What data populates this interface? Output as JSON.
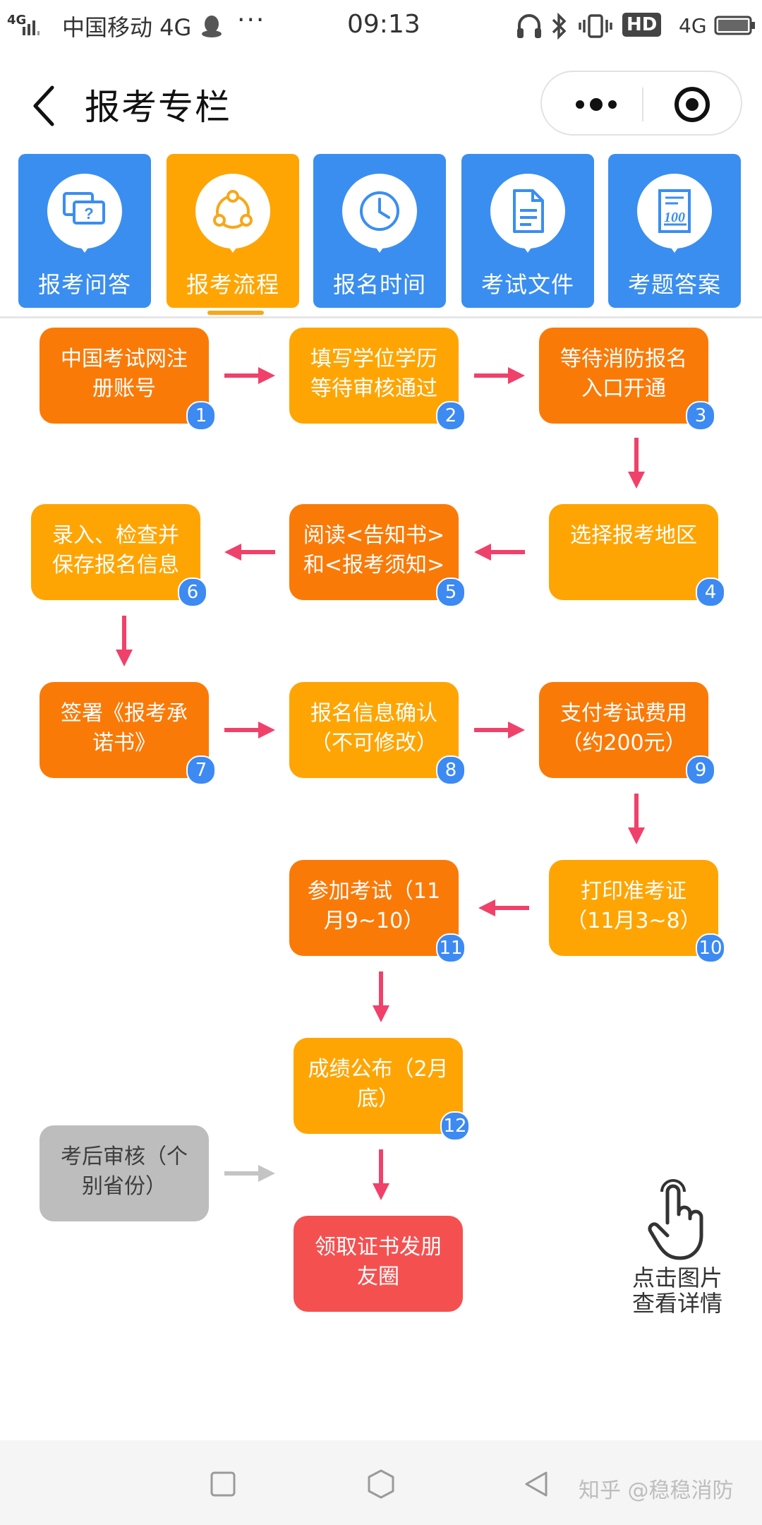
{
  "status_bar": {
    "signal": "4G",
    "carrier": "中国移动 4G",
    "more": "···",
    "time": "09:13",
    "hd": "HD",
    "network": "4G"
  },
  "header": {
    "title": "报考专栏"
  },
  "tabs": [
    {
      "label": "报考问答",
      "icon": "question-chat-icon",
      "color": "#3a8ef0"
    },
    {
      "label": "报考流程",
      "icon": "cycle-flow-icon",
      "color": "#fea503"
    },
    {
      "label": "报名时间",
      "icon": "clock-icon",
      "color": "#3a8ef0"
    },
    {
      "label": "考试文件",
      "icon": "document-icon",
      "color": "#3a8ef0"
    },
    {
      "label": "考题答案",
      "icon": "score-100-icon",
      "color": "#3a8ef0"
    }
  ],
  "active_tab": "报考流程",
  "steps": [
    {
      "n": "1",
      "line1": "中国考试网注",
      "line2": "册账号"
    },
    {
      "n": "2",
      "line1": "填写学位学历",
      "line2": "等待审核通过"
    },
    {
      "n": "3",
      "line1": "等待消防报名",
      "line2": "入口开通"
    },
    {
      "n": "4",
      "line1": "选择报考地区",
      "line2": ""
    },
    {
      "n": "5",
      "line1": "阅读<告知书>",
      "line2": "和<报考须知>"
    },
    {
      "n": "6",
      "line1": "录入、检查并",
      "line2": "保存报名信息"
    },
    {
      "n": "7",
      "line1": "签署《报考承",
      "line2": "诺书》"
    },
    {
      "n": "8",
      "line1": "报名信息确认",
      "line2": "（不可修改）"
    },
    {
      "n": "9",
      "line1": "支付考试费用",
      "line2": "（约200元）"
    },
    {
      "n": "10",
      "line1": "打印准考证",
      "line2": "（11月3~8）"
    },
    {
      "n": "11",
      "line1": "参加考试（11",
      "line2": "月9~10）"
    },
    {
      "n": "12",
      "line1": "成绩公布（2月",
      "line2": "底）"
    }
  ],
  "extra_steps": {
    "review": {
      "line1": "考后审核（个",
      "line2": "别省份）"
    },
    "certificate": {
      "line1": "领取证书发朋",
      "line2": "友圈"
    }
  },
  "colors": {
    "step_dark": "#fa7a08",
    "step_light": "#fea503",
    "step_gray": "#bdbdbd",
    "step_final": "#f55050",
    "badge": "#3c8af2",
    "arrow": "#f0416a",
    "arrow_gray": "#c4c4c4"
  },
  "hint": {
    "line1": "点击图片",
    "line2": "查看详情",
    "icon": "tap-hand-icon"
  },
  "watermark": "知乎 @稳稳消防"
}
